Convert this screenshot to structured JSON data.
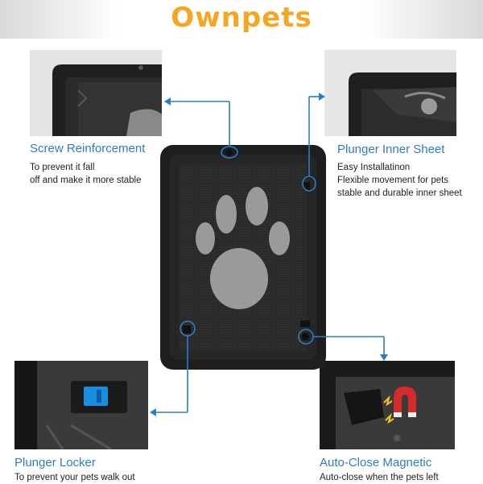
{
  "brand": {
    "logo_text": "Ownpets"
  },
  "features": [
    {
      "title": "Screw Reinforcement",
      "lines": [
        "To prevent it fall",
        "off and make it more stable"
      ]
    },
    {
      "title": "Plunger Inner Sheet",
      "lines": [
        "Easy Installatinon",
        "Flexible movement for pets",
        "stable and durable inner sheet"
      ]
    },
    {
      "title": "Plunger Locker",
      "lines": [
        "To prevent your pets walk out"
      ]
    },
    {
      "title": "Auto-Close Magnetic",
      "lines": [
        "Auto-close when the pets left"
      ]
    }
  ],
  "colors": {
    "accent": "#2f7cc2",
    "logo": "#f5a623",
    "door_frame": "#1e1e1e",
    "mesh": "#2b2b2b",
    "paw": "#9a9a9a",
    "lock_blue": "#1a8fe0",
    "magnet_red": "#d62b2b"
  }
}
